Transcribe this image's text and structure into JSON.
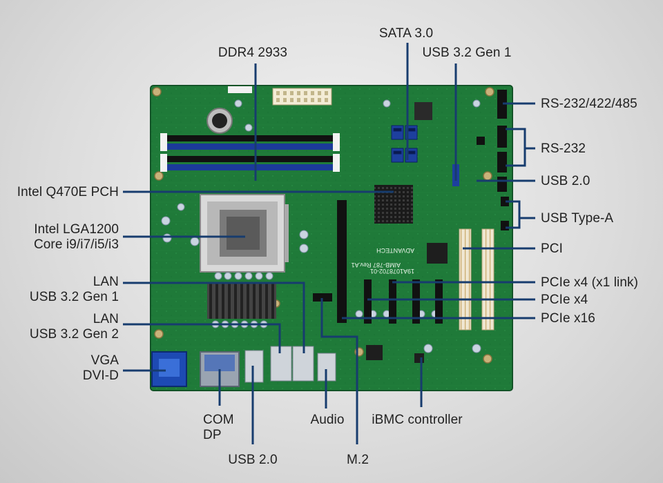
{
  "colors": {
    "pcb": "#1f7a3a",
    "pcb_dark": "#145a2a",
    "leader": "#173c6e",
    "label_text": "#222222",
    "background": "#dcdcdc"
  },
  "board_print": {
    "brand": "ADVANTECH",
    "model": "AIMB-787 Rev.A1",
    "part_no": "19A1078702-01"
  },
  "labels": {
    "ddr4": "DDR4 2933",
    "sata": "SATA 3.0",
    "usb32_gen1_top": "USB 3.2 Gen 1",
    "rs232_422_485": "RS-232/422/485",
    "rs232": "RS-232",
    "usb20_right": "USB 2.0",
    "usb_type_a": "USB Type-A",
    "pci": "PCI",
    "pcie_x4_x1": "PCIe x4 (x1 link)",
    "pcie_x4": "PCIe x4",
    "pcie_x16": "PCIe x16",
    "pch": "Intel Q470E PCH",
    "cpu_line1": "Intel LGA1200",
    "cpu_line2": "Core i9/i7/i5/i3",
    "lan1_line1": "LAN",
    "lan1_line2": "USB 3.2 Gen 1",
    "lan2_line1": "LAN",
    "lan2_line2": "USB 3.2 Gen 2",
    "vga_line1": "VGA",
    "vga_line2": "DVI-D",
    "com_line1": "COM",
    "com_line2": "DP",
    "usb20_bottom": "USB 2.0",
    "audio": "Audio",
    "ibmc": "iBMC controller",
    "m2": "M.2"
  }
}
